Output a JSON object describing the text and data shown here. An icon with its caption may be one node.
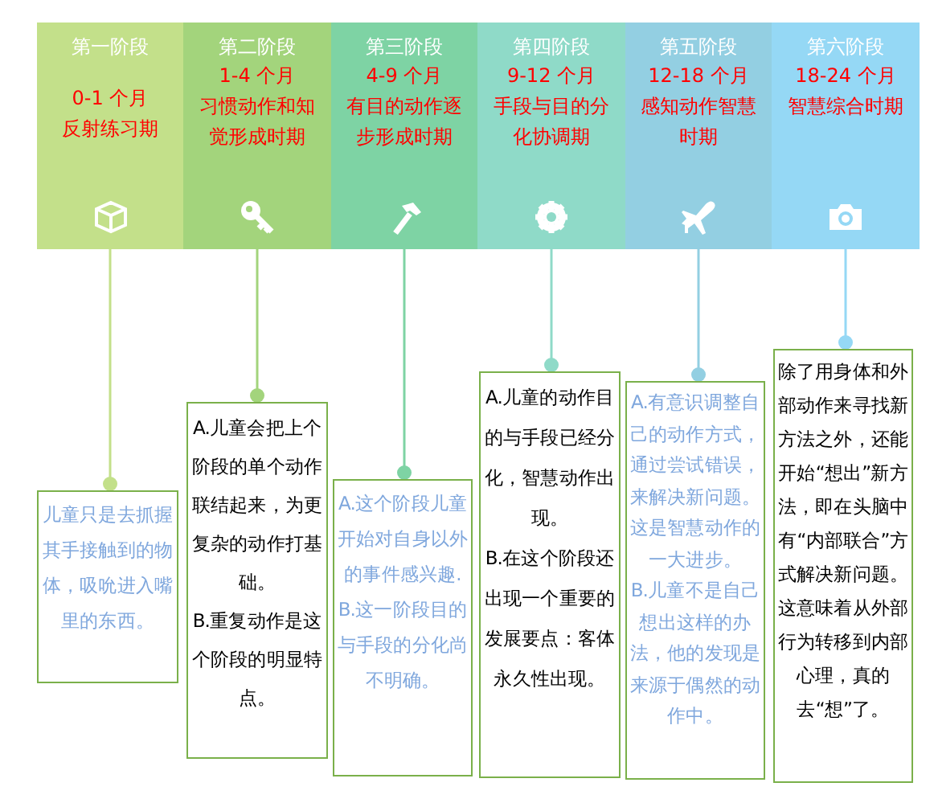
{
  "diagram": {
    "nodes": [
      {
        "text": [
          "第一阶段",
          "0-1 个月",
          "反射练习期"
        ]
      },
      {
        "text": [
          "第二阶段",
          "1-4 个月",
          "习惯动作和知觉形成时期"
        ]
      },
      {
        "text": [
          "第三阶段",
          "4-9 个月",
          "有目的动作逐步形成时期"
        ]
      },
      {
        "text": [
          "第四阶段",
          "9-12 个月",
          "手段与目的分化协调期"
        ]
      },
      {
        "text": [
          "第五阶段",
          "12-18 个月",
          "感知动作智慧时期"
        ]
      },
      {
        "text": [
          "第六阶段",
          "18-24 个月",
          "智慧综合时期"
        ]
      },
      {
        "text": [
          "儿童只是去抓握其手接触到的物体，吸吮进入嘴里的东西。"
        ]
      },
      {
        "text": [
          "A.儿童会把上个阶段的单个动作联结起来，为更复杂的动作打基础。",
          "B.重复动作是这个阶段的明显特点。"
        ]
      },
      {
        "text": [
          "A.这个阶段儿童开始对自身以外的事件感兴趣.",
          "B.这一阶段目的与手段的分化尚不明确。"
        ]
      },
      {
        "text": [
          "A.儿童的动作目的与手段已经分化，智慧动作出现。",
          "B.在这个阶段还出现一个重要的发展要点：客体永久性出现。"
        ]
      },
      {
        "text": [
          "A.有意识调整自己的动作方式，通过尝试错误，来解决新问题。这是智慧动作的一大进步。",
          "B.儿童不是自己想出这样的办法，他的发现是来源于偶然的动作中。"
        ]
      },
      {
        "text": [
          "除了用身体和外部动作来寻找新方法之外，还能开始“想出”新方法，即在头脑中有“内部联合”方式解决新问题。这意味着从外部行为转移到内部心理，真的去“想”了。"
        ]
      }
    ],
    "edges": [
      {
        "from": 0,
        "to": 6,
        "arrow": "other",
        "color": "#c3e08a"
      },
      {
        "from": 1,
        "to": 7,
        "arrow": "other",
        "color": "#a3d47c"
      },
      {
        "from": 2,
        "to": 8,
        "arrow": "other",
        "color": "#7ed3a4"
      },
      {
        "from": 3,
        "to": 9,
        "arrow": "other",
        "color": "#8fdac8"
      },
      {
        "from": 4,
        "to": 10,
        "arrow": "other",
        "color": "#93cfe2"
      },
      {
        "from": 5,
        "to": 11,
        "arrow": "other",
        "color": "#95d8f5"
      }
    ]
  }
}
